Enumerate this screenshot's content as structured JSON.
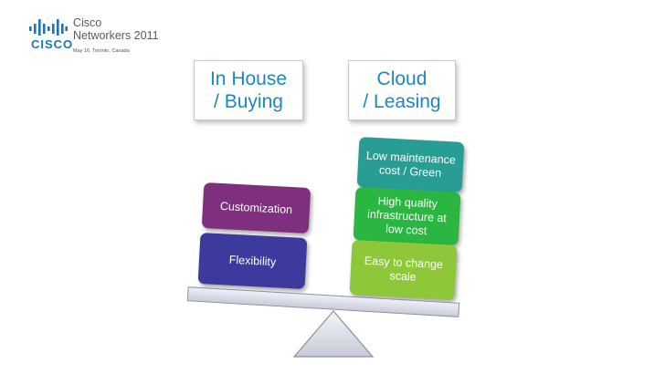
{
  "header": {
    "brand": "CISCO",
    "event_line1": "Cisco",
    "event_line2": "Networkers 2011",
    "event_subline": "May 16, Toronto, Canada"
  },
  "headings": {
    "inhouse_line1": "In House",
    "inhouse_line2": "/ Buying",
    "cloud_line1": "Cloud",
    "cloud_line2": "/ Leasing"
  },
  "inhouse_items": {
    "customization": "Customization",
    "flexibility": "Flexibility"
  },
  "cloud_items": {
    "low_maintenance": "Low maintenance cost / Green",
    "high_quality": "High quality infrastructure at low cost",
    "easy_change": "Easy to change scale"
  },
  "colors": {
    "heading_text": "#1d86c6",
    "customization": "#7e307e",
    "flexibility": "#3c3a9c",
    "low_maintenance": "#289d93",
    "high_quality": "#2ab640",
    "easy_change": "#8ec83a",
    "brand": "#1b75bb"
  },
  "icons": {
    "logo": "cisco-bridge-logo",
    "fulcrum": "triangle-fulcrum"
  }
}
